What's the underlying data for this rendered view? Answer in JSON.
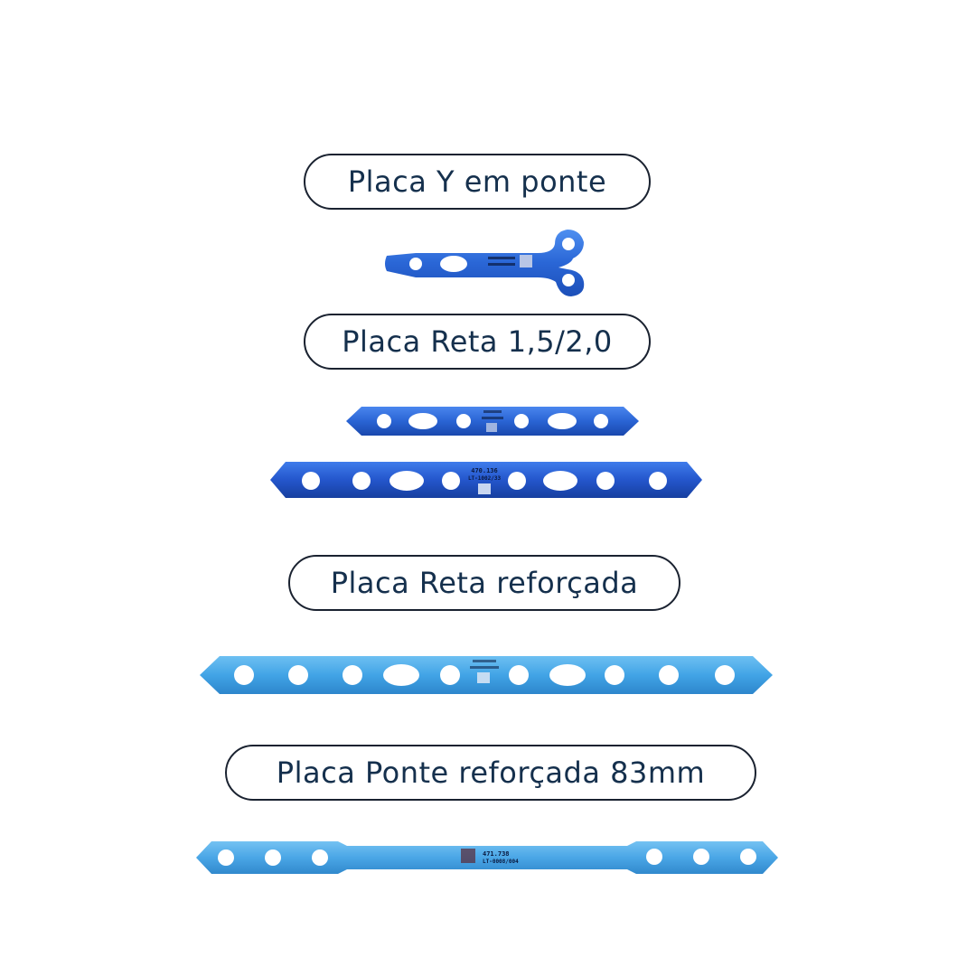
{
  "labels": {
    "y_bridge": "Placa Y em ponte",
    "straight": "Placa Reta 1,5/2,0",
    "reinforced": "Placa Reta reforçada",
    "bridge_reinforced": "Placa Ponte reforçada 83mm"
  },
  "engravings": {
    "straight_long_top": "470.136",
    "straight_long_bottom": "LT-1002/33",
    "bridge_top": "471.738",
    "bridge_bottom": "LT-0008/004"
  },
  "colors": {
    "background": "#ffffff",
    "text": "#15304d",
    "border": "#1a2230",
    "plate_royal": "#2f6ed8",
    "plate_sky": "#4aa6e6",
    "hole": "#ffffff"
  }
}
